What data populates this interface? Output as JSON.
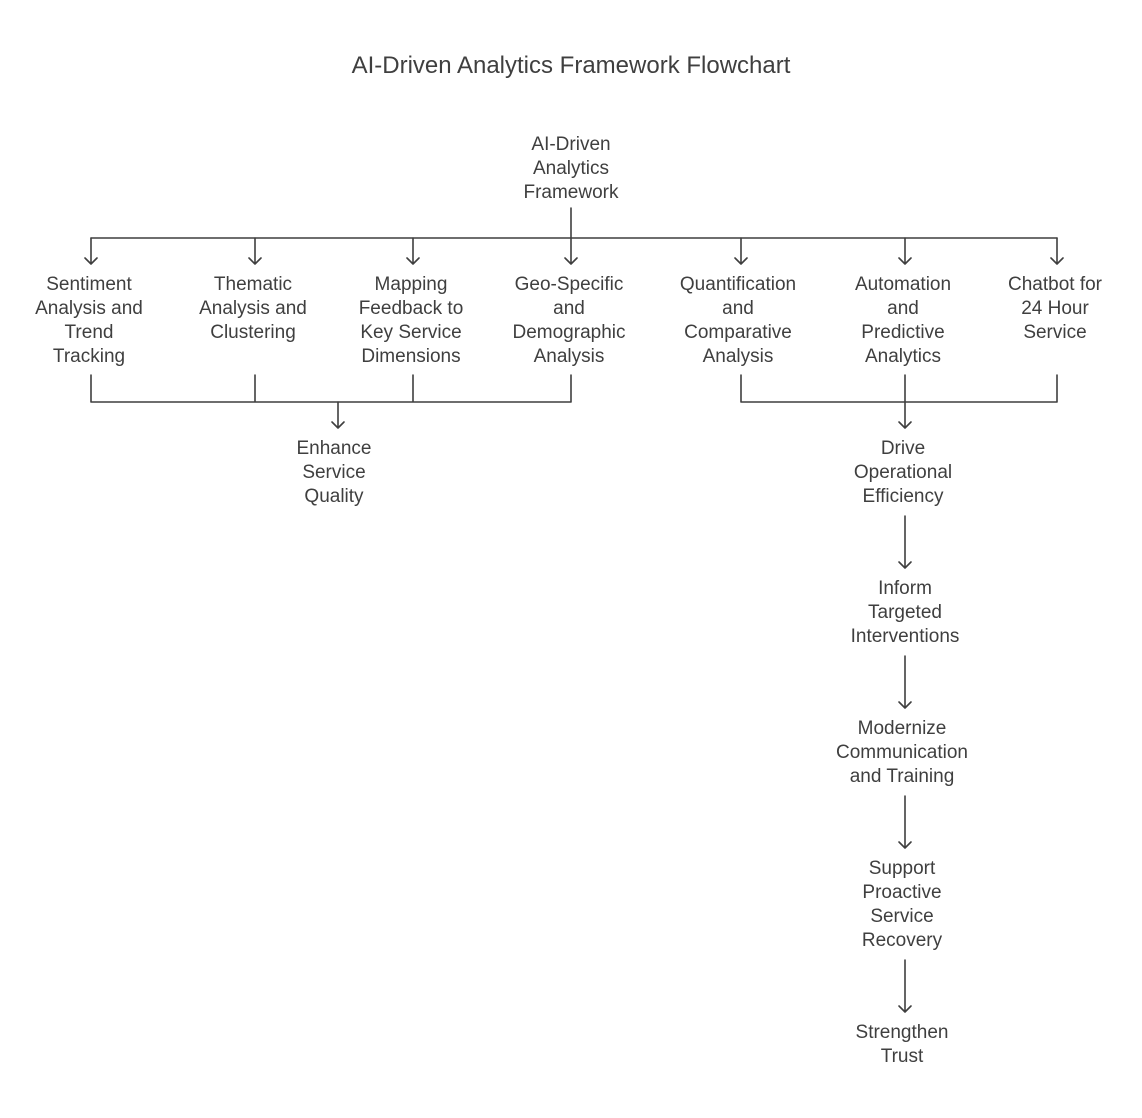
{
  "title": "AI-Driven Analytics Framework Flowchart",
  "root": "AI-Driven\nAnalytics\nFramework",
  "branches": [
    "Sentiment\nAnalysis and\nTrend\nTracking",
    "Thematic\nAnalysis and\nClustering",
    "Mapping\nFeedback to\nKey Service\nDimensions",
    "Geo-Specific\nand\nDemographic\nAnalysis",
    "Quantification\nand\nComparative\nAnalysis",
    "Automation\nand\nPredictive\nAnalytics",
    "Chatbot for\n24 Hour\nService"
  ],
  "outcome_left": "Enhance\nService\nQuality",
  "outcome_right": "Drive\nOperational\nEfficiency",
  "chain": [
    "Inform\nTargeted\nInterventions",
    "Modernize\nCommunication\nand Training",
    "Support\nProactive\nService\nRecovery",
    "Strengthen\nTrust"
  ],
  "colors": {
    "line": "#3f3f3f",
    "text": "#3f3f3f",
    "background": "#ffffff"
  }
}
